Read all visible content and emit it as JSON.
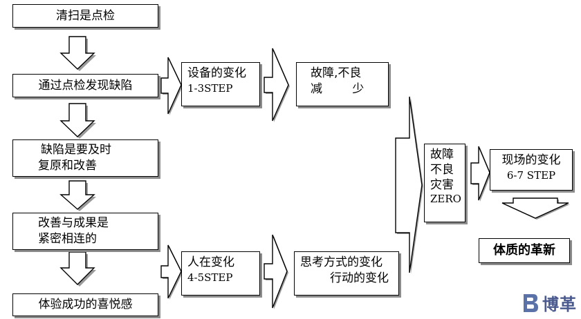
{
  "left_column": [
    {
      "id": "step1",
      "lines": [
        "清扫是点检"
      ]
    },
    {
      "id": "step2",
      "lines": [
        "通过点检发现缺陷"
      ]
    },
    {
      "id": "step3",
      "lines": [
        "缺陷是要及时",
        "复原和改善"
      ]
    },
    {
      "id": "step4",
      "lines": [
        "改善与成果是",
        "紧密相连的"
      ]
    },
    {
      "id": "step5",
      "lines": [
        "体验成功的喜悦感"
      ]
    }
  ],
  "equipment_change": {
    "title": "设备的变化",
    "steps": "1-3STEP"
  },
  "fault_reduce": {
    "line1": "故障,不良",
    "line2": "减        少"
  },
  "people_change": {
    "title": "人在变化",
    "steps": "4-5STEP"
  },
  "thinking_change": {
    "line1": "思考方式的变化",
    "line2": "行动的变化"
  },
  "zero_box": {
    "lines": [
      "故障",
      "不良",
      "灾害",
      "ZERO"
    ]
  },
  "site_change": {
    "title": "现场的变化",
    "steps": "6-7 STEP"
  },
  "result": "体质的革新",
  "watermark": {
    "text": "博革"
  }
}
